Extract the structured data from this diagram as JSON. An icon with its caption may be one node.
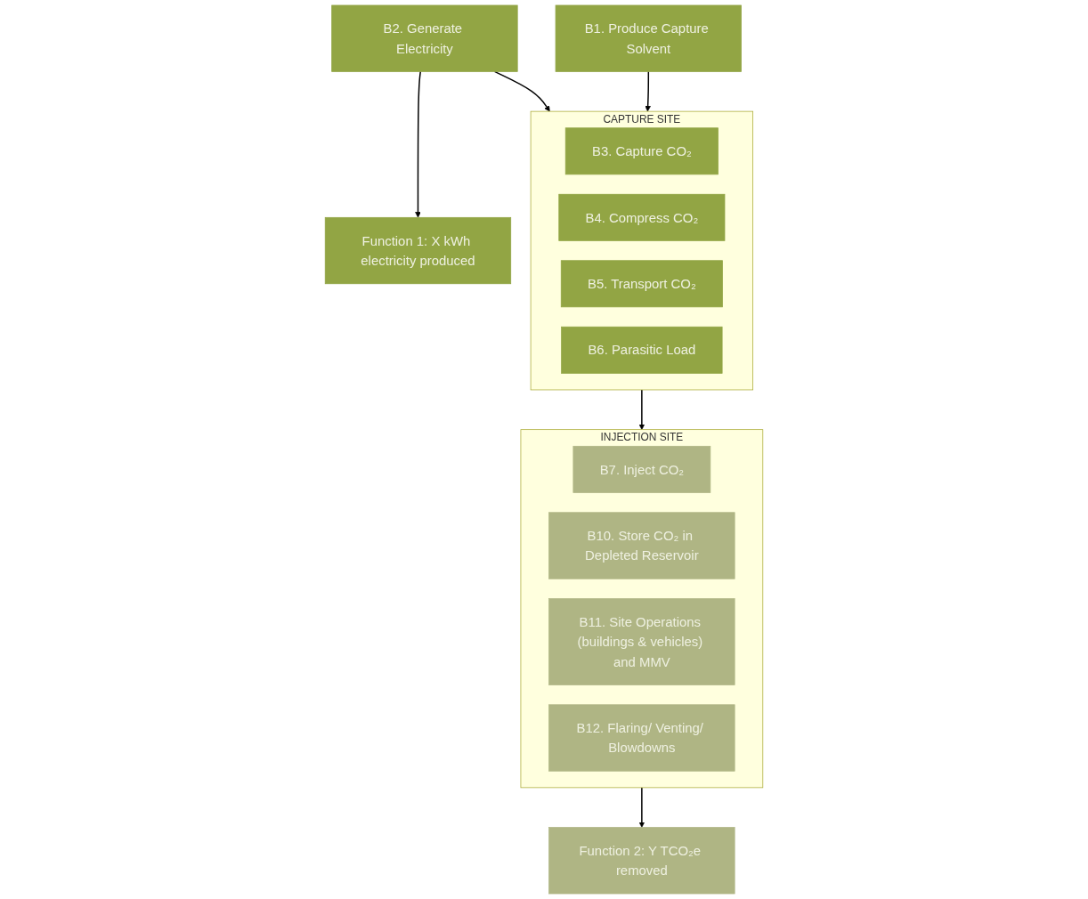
{
  "diagram": {
    "nodes": [
      {
        "text": [
          "B2. Generate Electricity"
        ]
      },
      {
        "text": [
          "Function 1: X kWh electricity produced"
        ]
      },
      {
        "text": [
          "CAPTURE SITE"
        ]
      },
      {
        "text": [
          "B1. Produce Capture Solvent"
        ]
      },
      {
        "text": [
          "B3. Capture CO₂"
        ],
        "in": 2
      },
      {
        "text": [
          "B4. Compress CO₂"
        ],
        "in": 2
      },
      {
        "text": [
          "B5. Transport CO₂"
        ],
        "in": 2
      },
      {
        "text": [
          "B6. Parasitic Load"
        ],
        "in": 2
      },
      {
        "text": [
          "INJECTION SITE"
        ]
      },
      {
        "text": [
          "B7. Inject CO₂"
        ],
        "in": 8
      },
      {
        "text": [
          "B10. Store CO₂ in Depleted Reservoir"
        ],
        "in": 8
      },
      {
        "text": [
          "B11. Site Operations (buildings & vehicles) and MMV"
        ],
        "in": 8
      },
      {
        "text": [
          "B12. Flaring/ Venting/ Blowdowns"
        ],
        "in": 8
      },
      {
        "text": [
          "Function 2: Y TCO₂e removed"
        ]
      }
    ],
    "edges": [
      {
        "from": 0,
        "to": 1,
        "arrow": "to"
      },
      {
        "from": 0,
        "to": 2,
        "arrow": "to"
      },
      {
        "from": 3,
        "to": 2,
        "arrow": "to"
      },
      {
        "from": 2,
        "to": 8,
        "arrow": "to"
      },
      {
        "from": 8,
        "to": 13,
        "arrow": "to"
      }
    ]
  }
}
